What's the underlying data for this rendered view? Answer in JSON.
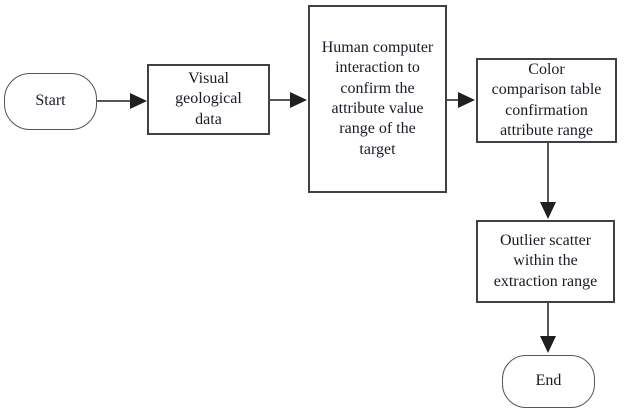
{
  "diagram": {
    "type": "flowchart",
    "nodes": {
      "start": {
        "label": "Start",
        "shape": "stadium"
      },
      "visual": {
        "label": "Visual\ngeological\ndata",
        "shape": "rect"
      },
      "hci": {
        "label": "Human computer\ninteraction to\nconfirm the\nattribute value\nrange of the\ntarget",
        "shape": "rect"
      },
      "color": {
        "label": "Color\ncomparison table\nconfirmation\nattribute range",
        "shape": "rect"
      },
      "outlier": {
        "label": "Outlier scatter\nwithin the\nextraction range",
        "shape": "rect"
      },
      "end": {
        "label": "End",
        "shape": "stadium"
      }
    },
    "edges": [
      {
        "from": "start",
        "to": "visual",
        "direction": "right"
      },
      {
        "from": "visual",
        "to": "hci",
        "direction": "right"
      },
      {
        "from": "hci",
        "to": "color",
        "direction": "right"
      },
      {
        "from": "color",
        "to": "outlier",
        "direction": "down"
      },
      {
        "from": "outlier",
        "to": "end",
        "direction": "down"
      }
    ],
    "colors": {
      "background": "#ffffff",
      "text": "#1a1a26",
      "rect_border": "#414141",
      "stadium_border": "#555555",
      "arrow": "#1f1f1f"
    }
  }
}
